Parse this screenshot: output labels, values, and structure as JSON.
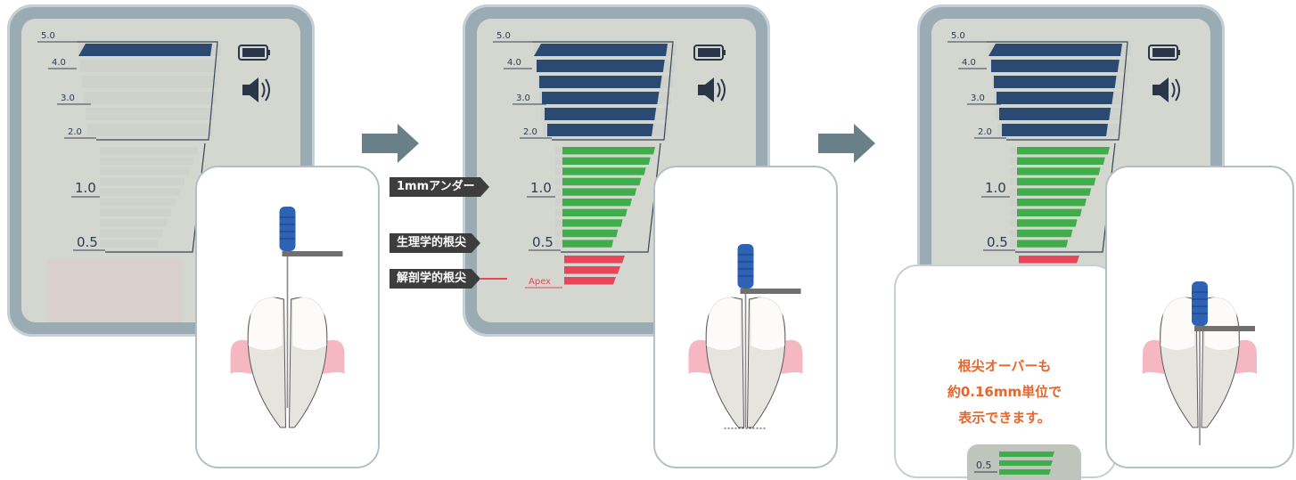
{
  "scale_labels": [
    "5.0",
    "4.0",
    "3.0",
    "2.0",
    "1.0",
    "0.5",
    "Apex"
  ],
  "tags": {
    "under_1mm": "1mmアンダー",
    "physiological_apex": "生理学的根尖",
    "anatomical_apex": "解剖学的根尖"
  },
  "note": {
    "line1": "根尖オーバーも",
    "line2": "約0.16mm単位で",
    "line3": "表示できます。"
  },
  "inset_label": "0.5",
  "screens": [
    {
      "blue_bars": 1,
      "green_bars": 0,
      "red_bars": 0,
      "over_bars": 0
    },
    {
      "blue_bars": 6,
      "green_bars": 10,
      "red_bars": 3,
      "over_bars": 0
    },
    {
      "blue_bars": 6,
      "green_bars": 10,
      "red_bars": 3,
      "over_bars": 3
    }
  ],
  "colors": {
    "blue": "#2b4a72",
    "green": "#3fae4a",
    "red": "#e8465a",
    "arrow": "#6a8088",
    "note": "#e8662a",
    "gum": "#f2a6b4",
    "file_handle": "#2e62b4"
  },
  "icons": [
    "battery-icon",
    "speaker-icon"
  ]
}
